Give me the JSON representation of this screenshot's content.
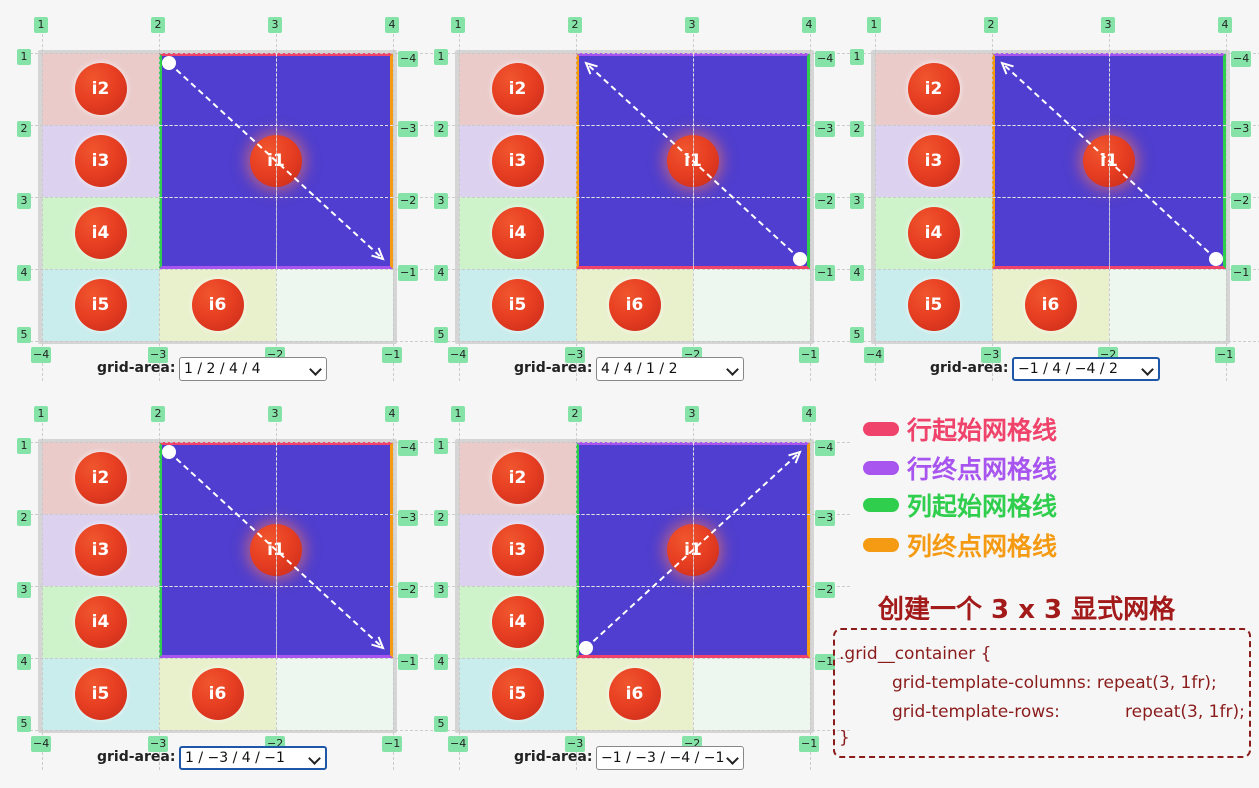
{
  "panels": [
    {
      "col_top": [
        "1",
        "2",
        "3",
        "4"
      ],
      "row_left": [
        "1",
        "2",
        "3",
        "4",
        "5"
      ],
      "row_right": [
        "−4",
        "−3",
        "−2",
        "−1"
      ],
      "col_bottom": [
        "−4",
        "−3",
        "−2",
        "−1"
      ],
      "items": [
        "i2",
        "i3",
        "i4",
        "i5",
        "i6",
        "i1"
      ],
      "label": "grid-area:",
      "value": "1 / 2 / 4 / 4",
      "focused": false,
      "top_edge": "#f0436b",
      "left_edge": "#2fce4d",
      "bottom_edge": "#a855f0",
      "right_edge": "#f59b13",
      "arrow": "tl-br"
    },
    {
      "col_top": [
        "1",
        "2",
        "3",
        "4"
      ],
      "row_left": [
        "1",
        "2",
        "3",
        "4",
        "5"
      ],
      "row_right": [
        "−4",
        "−3",
        "−2",
        "−1"
      ],
      "col_bottom": [
        "−4",
        "−3",
        "−2",
        "−1"
      ],
      "items": [
        "i2",
        "i3",
        "i4",
        "i5",
        "i6",
        "i1"
      ],
      "label": "grid-area:",
      "value": "4 / 4 / 1 / 2",
      "focused": false,
      "top_edge": "#a855f0",
      "left_edge": "#f59b13",
      "bottom_edge": "#f0436b",
      "right_edge": "#2fce4d",
      "arrow": "br-tl"
    },
    {
      "col_top": [
        "1",
        "2",
        "3",
        "4"
      ],
      "row_left": [
        "1",
        "2",
        "3",
        "4",
        "5"
      ],
      "row_right": [
        "−4",
        "−3",
        "−2",
        "−1"
      ],
      "col_bottom": [
        "−4",
        "−3",
        "−2",
        "−1"
      ],
      "items": [
        "i2",
        "i3",
        "i4",
        "i5",
        "i6",
        "i1"
      ],
      "label": "grid-area:",
      "value": "−1 / 4 / −4 / 2",
      "focused": true,
      "top_edge": "#a855f0",
      "left_edge": "#f59b13",
      "bottom_edge": "#f0436b",
      "right_edge": "#2fce4d",
      "arrow": "br-tl"
    },
    {
      "col_top": [
        "1",
        "2",
        "3",
        "4"
      ],
      "row_left": [
        "1",
        "2",
        "3",
        "4",
        "5"
      ],
      "row_right": [
        "−4",
        "−3",
        "−2",
        "−1"
      ],
      "col_bottom": [
        "−4",
        "−3",
        "−2",
        "−1"
      ],
      "items": [
        "i2",
        "i3",
        "i4",
        "i5",
        "i6",
        "i1"
      ],
      "label": "grid-area:",
      "value": "1 / −3 / 4 / −1",
      "focused": true,
      "top_edge": "#f0436b",
      "left_edge": "#2fce4d",
      "bottom_edge": "#a855f0",
      "right_edge": "#f59b13",
      "arrow": "tl-br"
    },
    {
      "col_top": [
        "1",
        "2",
        "3",
        "4"
      ],
      "row_left": [
        "1",
        "2",
        "3",
        "4",
        "5"
      ],
      "row_right": [
        "−4",
        "−3",
        "−2",
        "−1"
      ],
      "col_bottom": [
        "−4",
        "−3",
        "−2",
        "−1"
      ],
      "items": [
        "i2",
        "i3",
        "i4",
        "i5",
        "i6",
        "i1"
      ],
      "label": "grid-area:",
      "value": "−1 / −3 / −4 / −1",
      "focused": false,
      "top_edge": "#a855f0",
      "left_edge": "#2fce4d",
      "bottom_edge": "#f0436b",
      "right_edge": "#f59b13",
      "arrow": "bl-tr"
    }
  ],
  "legend": [
    {
      "text": "行起始网格线",
      "color": "#f0436b"
    },
    {
      "text": "行终点网格线",
      "color": "#a855f0"
    },
    {
      "text": "列起始网格线",
      "color": "#2fce4d"
    },
    {
      "text": "列终点网格线",
      "color": "#f59b13"
    }
  ],
  "title": "创建一个 3 x 3 显式网格",
  "code": [
    ".grid__container {",
    "grid-template-columns: repeat(3, 1fr);",
    "grid-template-rows:",
    "repeat(3, 1fr);",
    "}"
  ],
  "colors": {
    "item_bg": [
      "#eacbca",
      "#dcd1ee",
      "#cef2ca",
      "#c9ecec",
      "#e9f0cc",
      "#eef6f0"
    ],
    "big_bg": "#4f3ecf"
  }
}
